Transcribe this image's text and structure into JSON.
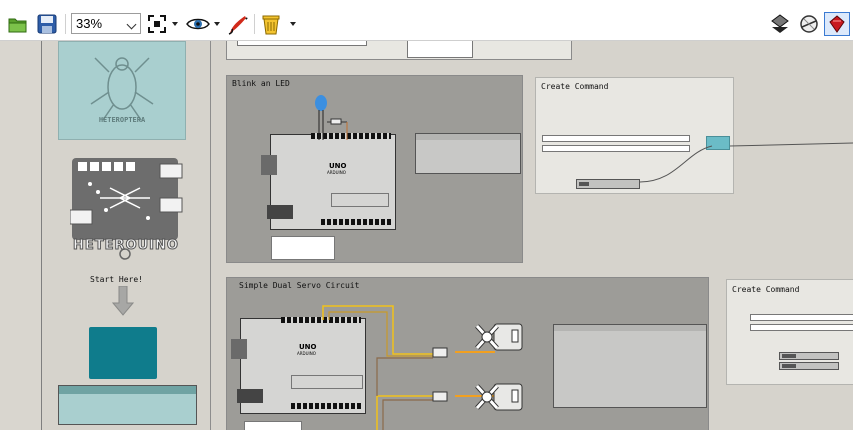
{
  "toolbar": {
    "zoom": {
      "selected": "33%"
    },
    "buttons": [
      {
        "id": "open",
        "icon": "open-folder-icon"
      },
      {
        "id": "save",
        "icon": "save-disk-icon"
      },
      {
        "id": "fit",
        "icon": "fit-view-icon"
      },
      {
        "id": "view",
        "icon": "eye-icon"
      },
      {
        "id": "draw",
        "icon": "brush-icon"
      },
      {
        "id": "bin",
        "icon": "trash-bin-icon"
      },
      {
        "id": "preview-shaded",
        "icon": "shaded-preview-icon"
      },
      {
        "id": "preview-wire",
        "icon": "wireframe-preview-icon"
      },
      {
        "id": "preview-gem",
        "icon": "gem-preview-icon"
      }
    ]
  },
  "palette": {
    "heteroptera_label": "HETEROPTERA",
    "heteroduino_label": "HETEROUINO",
    "start_label": "Start Here!"
  },
  "groups": {
    "blink": {
      "title": "Blink an LED"
    },
    "servo": {
      "title": "Simple Dual Servo Circuit"
    }
  },
  "commands": {
    "top": {
      "title": "Create Command"
    },
    "bottom": {
      "title": "Create Command"
    }
  },
  "boards": {
    "blink_label": "UNO",
    "blink_brand": "ARDUINO",
    "servo_label": "UNO",
    "servo_brand": "ARDUINO"
  },
  "colors": {
    "teal": "#0f7c8c",
    "panel_bg": "#9d9c98",
    "wire_yellow": "#f2c21a",
    "wire_brown": "#8a6a4a"
  }
}
